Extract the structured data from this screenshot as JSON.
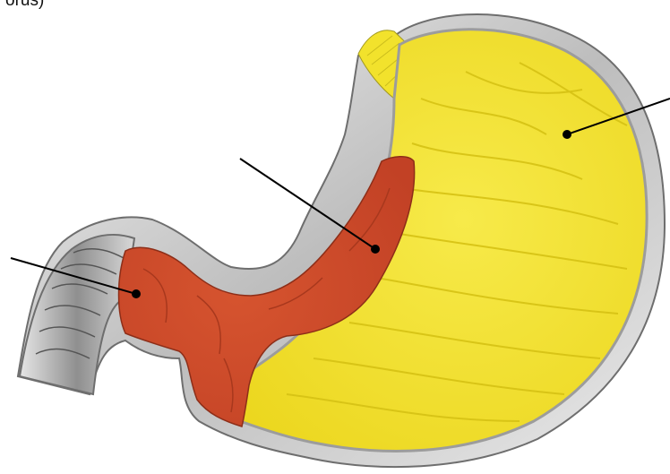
{
  "figure": {
    "corner_text": "orus)",
    "regions": [
      {
        "id": "fundus-body",
        "color": "#f2e22c"
      },
      {
        "id": "pyloric-region",
        "color": "#cf4b2c"
      },
      {
        "id": "duodenum",
        "color": "#c9c9c9"
      }
    ],
    "pointers": [
      {
        "id": "left-pointer"
      },
      {
        "id": "center-pointer"
      },
      {
        "id": "right-pointer"
      }
    ]
  }
}
